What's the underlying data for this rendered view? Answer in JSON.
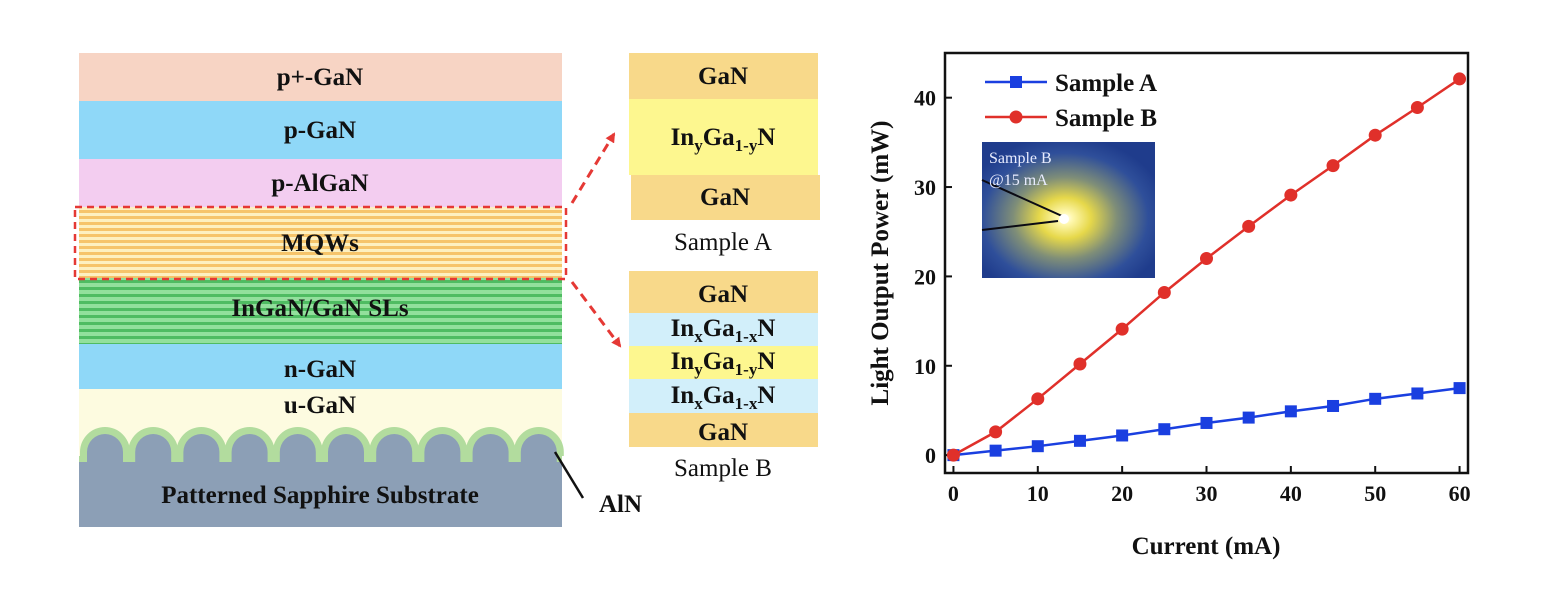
{
  "stack": {
    "layers": [
      "p+-GaN",
      "p-GaN",
      "p-AlGaN",
      "MQWs",
      "InGaN/GaN SLs",
      "n-GaN",
      "u-GaN",
      "Patterned Sapphire Substrate"
    ],
    "aln_label": "AlN",
    "colors": {
      "p_plus": "#f7d4c4",
      "p_gan": "#8fd8f8",
      "p_algan": "#f3cdf0",
      "mqw_bg": "#fdf0c0",
      "mqw_line": "#f6c46a",
      "sl_light": "#92e09c",
      "sl_dark": "#4fbc62",
      "n_gan": "#8fd8f8",
      "u_gan": "#fdfbe0",
      "sapphire": "#8c9fb6",
      "aln": "#b2dc9e",
      "dash": "#e53935"
    }
  },
  "sample_a": {
    "layers": [
      {
        "main": "GaN"
      },
      {
        "main": "In",
        "s1": "y",
        "mid": "Ga",
        "s2": "1-y",
        "end": "N"
      },
      {
        "main": "GaN"
      }
    ],
    "caption": "Sample A"
  },
  "sample_b": {
    "layers": [
      {
        "main": "GaN"
      },
      {
        "main": "In",
        "s1": "x",
        "mid": "Ga",
        "s2": "1-x",
        "end": "N"
      },
      {
        "main": "In",
        "s1": "y",
        "mid": "Ga",
        "s2": "1-y",
        "end": "N"
      },
      {
        "main": "In",
        "s1": "x",
        "mid": "Ga",
        "s2": "1-x",
        "end": "N"
      },
      {
        "main": "GaN"
      }
    ],
    "caption": "Sample B"
  },
  "inset": {
    "line1": "Sample B",
    "line2": "@15 mA"
  },
  "chart_data": {
    "type": "line",
    "xlabel": "Current (mA)",
    "ylabel": "Light Output Power (mW)",
    "xlim": [
      -1,
      61
    ],
    "ylim": [
      -2,
      45
    ],
    "xticks": [
      0,
      10,
      20,
      30,
      40,
      50,
      60
    ],
    "yticks": [
      0,
      10,
      20,
      30,
      40
    ],
    "x": [
      0,
      5,
      10,
      15,
      20,
      25,
      30,
      35,
      40,
      45,
      50,
      55,
      60
    ],
    "series": [
      {
        "name": "Sample A",
        "color": "#1a3fe0",
        "marker": "square",
        "values": [
          0,
          0.5,
          1.0,
          1.6,
          2.2,
          2.9,
          3.6,
          4.2,
          4.9,
          5.5,
          6.3,
          6.9,
          7.5
        ]
      },
      {
        "name": "Sample B",
        "color": "#e0302a",
        "marker": "circle",
        "values": [
          0,
          2.6,
          6.3,
          10.2,
          14.1,
          18.2,
          22.0,
          25.6,
          29.1,
          32.4,
          35.8,
          38.9,
          42.1
        ]
      }
    ],
    "legend": "top-left",
    "grid": false
  }
}
